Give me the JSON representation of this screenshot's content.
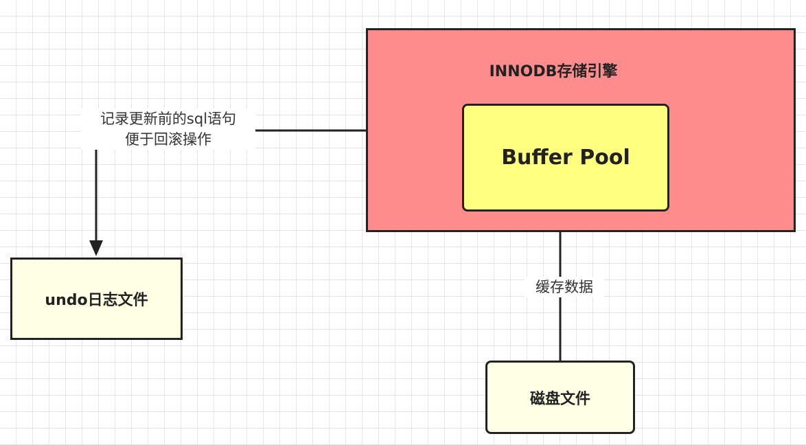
{
  "nodes": {
    "innodb_engine": "INNODB存储引擎",
    "buffer_pool": "Buffer Pool",
    "undo_log_file": "undo日志文件",
    "disk_file": "磁盘文件"
  },
  "edges": {
    "record_line_1": "记录更新前的sql语句",
    "record_line_2": "便于回滚操作",
    "cache_data": "缓存数据"
  },
  "colors": {
    "engine_fill": "#ff8c8c",
    "buffer_pool_fill": "#ffff80",
    "file_fill": "#ffffe6",
    "stroke": "#222222"
  }
}
